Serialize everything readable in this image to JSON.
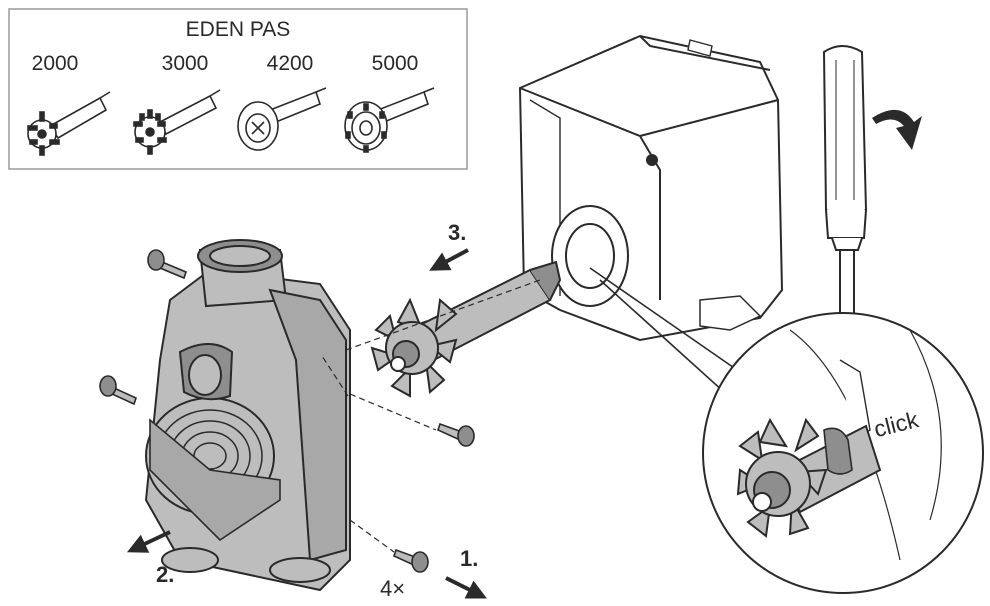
{
  "legend": {
    "title": "EDEN PAS",
    "models": [
      {
        "label": "2000",
        "icon": "impeller-small-icon"
      },
      {
        "label": "3000",
        "icon": "impeller-small-icon"
      },
      {
        "label": "4200",
        "icon": "impeller-cap-icon"
      },
      {
        "label": "5000",
        "icon": "impeller-cap-icon"
      }
    ]
  },
  "steps": {
    "step1": "1.",
    "step2": "2.",
    "step3": "3."
  },
  "quantity": "4×",
  "callout": {
    "sound": "click"
  },
  "colors": {
    "line": "#2a2a2a",
    "part_fill": "#bdbdbd",
    "part_dark": "#8e8e8e",
    "motor_fill": "#ffffff"
  }
}
